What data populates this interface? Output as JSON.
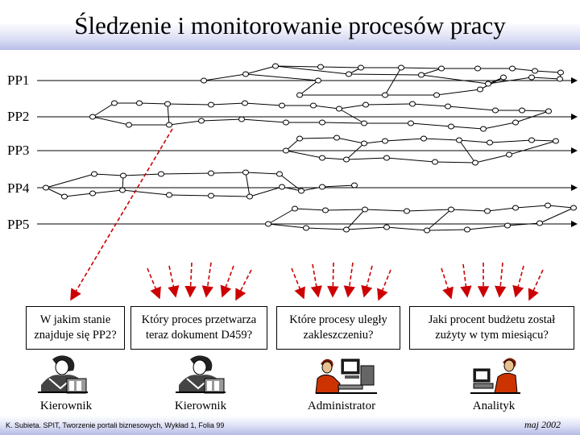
{
  "title": "Śledzenie i monitorowanie procesów pracy",
  "processes": [
    "PP1",
    "PP2",
    "PP3",
    "PP4",
    "PP5"
  ],
  "questions": [
    {
      "text": "W jakim stanie znajduje się PP2?",
      "role": "Kierownik",
      "icon": "manager-at-desk-icon"
    },
    {
      "text": "Który proces przetwarza teraz dokument D459?",
      "role": "Kierownik",
      "icon": "manager-at-desk-icon"
    },
    {
      "text": "Które procesy uległy zakleszczeniu?",
      "role": "Administrator",
      "icon": "administrator-at-computer-icon"
    },
    {
      "text": "Jaki procent budżetu został zużyty w tym miesiącu?",
      "role": "Analityk",
      "icon": "analyst-at-computer-icon"
    }
  ],
  "colors": {
    "arrow": "#cc0000",
    "line": "#000000",
    "title_band": "#b8bde8"
  },
  "footer": {
    "left": "K. Subieta. SPIT, Tworzenie portali biznesowych, Wykład 1, Folia 99",
    "right": "maj 2002"
  }
}
